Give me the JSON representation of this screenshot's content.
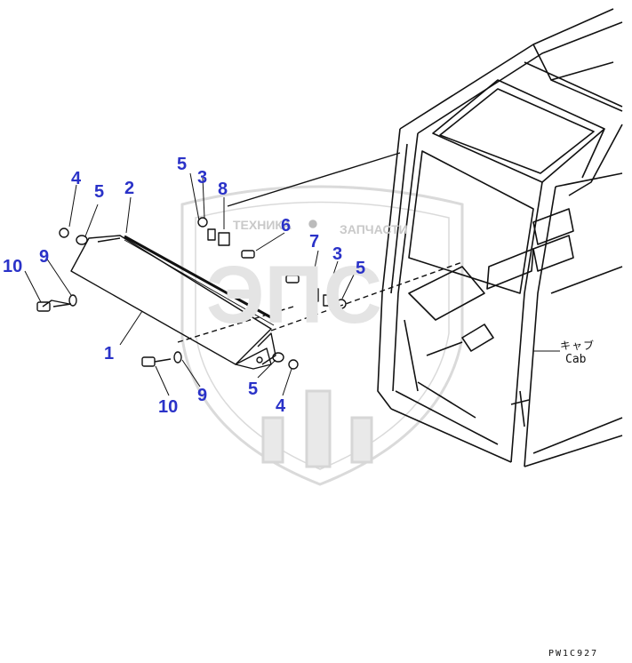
{
  "callouts": {
    "c1": "1",
    "c2": "2",
    "c3a": "3",
    "c3b": "3",
    "c4a": "4",
    "c4b": "4",
    "c5a": "5",
    "c5b": "5",
    "c5c": "5",
    "c5d": "5",
    "c6": "6",
    "c7": "7",
    "c8": "8",
    "c9a": "9",
    "c9b": "9",
    "c10a": "10",
    "c10b": "10"
  },
  "cab_label": {
    "japanese": "キャブ",
    "english": "Cab"
  },
  "figure_code": "PW1C927",
  "watermark": {
    "left_text": "ТЕХНИКА",
    "right_text": "ЗАПЧАСТИ",
    "logo_text": "ЭПС"
  },
  "colors": {
    "callout": "#2a32c8",
    "line": "#111111",
    "watermark": "#d0d0d0"
  }
}
